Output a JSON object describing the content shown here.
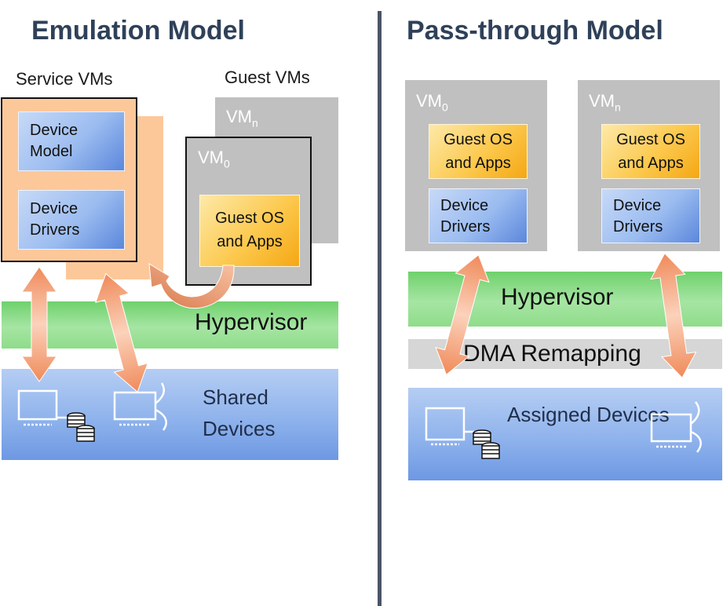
{
  "left": {
    "title": "Emulation Model",
    "service_vms_label": "Service VMs",
    "guest_vms_label": "Guest VMs",
    "device_model": "Device Model",
    "device_drivers": "Device Drivers",
    "vmn_base": "VM",
    "vmn_sub": "n",
    "vm0_base": "VM",
    "vm0_sub": "0",
    "guest_os": "Guest OS and Apps",
    "hypervisor": "Hypervisor",
    "devices": "Shared Devices"
  },
  "right": {
    "title": "Pass-through Model",
    "vm0_base": "VM",
    "vm0_sub": "0",
    "vmn_base": "VM",
    "vmn_sub": "n",
    "guest_os_1": "Guest OS and Apps",
    "guest_os_2": "Guest OS and Apps",
    "device_drivers_1": "Device Drivers",
    "device_drivers_2": "Device Drivers",
    "hypervisor": "Hypervisor",
    "dma": "DMA Remapping",
    "devices": "Assigned Devices"
  }
}
